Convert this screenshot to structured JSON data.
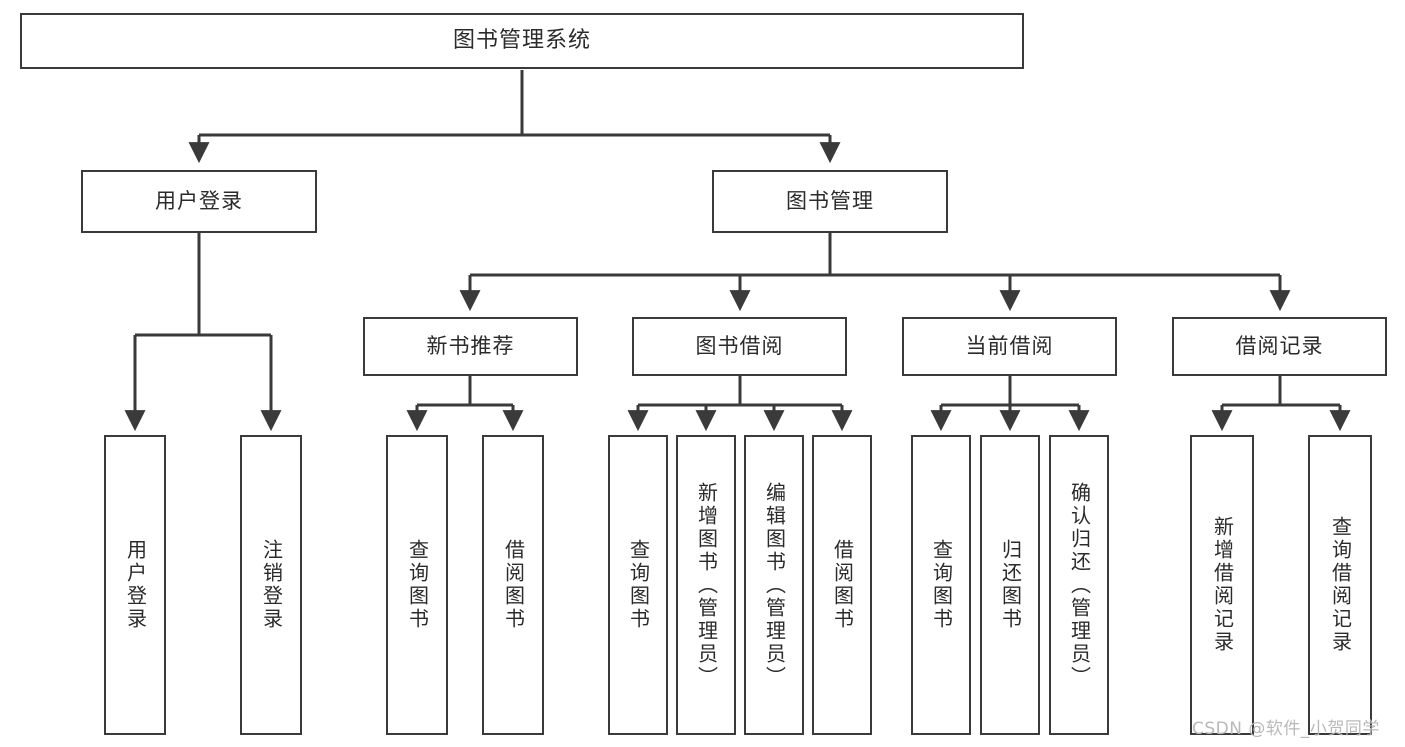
{
  "diagram": {
    "title_node": {
      "id": "root",
      "label": "图书管理系统"
    },
    "level2": [
      {
        "id": "user-login",
        "label": "用户登录"
      },
      {
        "id": "book-manage",
        "label": "图书管理"
      }
    ],
    "level3": [
      {
        "id": "new-book-recommend",
        "label": "新书推荐"
      },
      {
        "id": "book-borrow",
        "label": "图书借阅"
      },
      {
        "id": "current-borrow",
        "label": "当前借阅"
      },
      {
        "id": "borrow-record",
        "label": "借阅记录"
      }
    ],
    "leaves": {
      "user_login": [
        {
          "id": "leaf-user-login",
          "label": "用户登录"
        },
        {
          "id": "leaf-logout-login",
          "label": "注销登录"
        }
      ],
      "new_book_recommend": [
        {
          "id": "leaf-query-book-1",
          "label": "查询图书"
        },
        {
          "id": "leaf-borrow-book-1",
          "label": "借阅图书"
        }
      ],
      "book_borrow": [
        {
          "id": "leaf-query-book-2",
          "label": "查询图书"
        },
        {
          "id": "leaf-add-book",
          "label": "新增图书（管理员）"
        },
        {
          "id": "leaf-edit-book",
          "label": "编辑图书（管理员）"
        },
        {
          "id": "leaf-borrow-book-2",
          "label": "借阅图书"
        }
      ],
      "current_borrow": [
        {
          "id": "leaf-query-book-3",
          "label": "查询图书"
        },
        {
          "id": "leaf-return-book",
          "label": "归还图书"
        },
        {
          "id": "leaf-confirm-return",
          "label": "确认归还（管理员）"
        }
      ],
      "borrow_record": [
        {
          "id": "leaf-add-record",
          "label": "新增借阅记录"
        },
        {
          "id": "leaf-query-record",
          "label": "查询借阅记录"
        }
      ]
    },
    "watermark": "CSDN @软件_小贺同学",
    "colors": {
      "box_border": "#3a3a3a",
      "box_fill": "#ffffff",
      "connector": "#3a3a3a",
      "text": "#2b2b2b",
      "watermark": "#b9b9b9",
      "background": "#ffffff"
    }
  }
}
